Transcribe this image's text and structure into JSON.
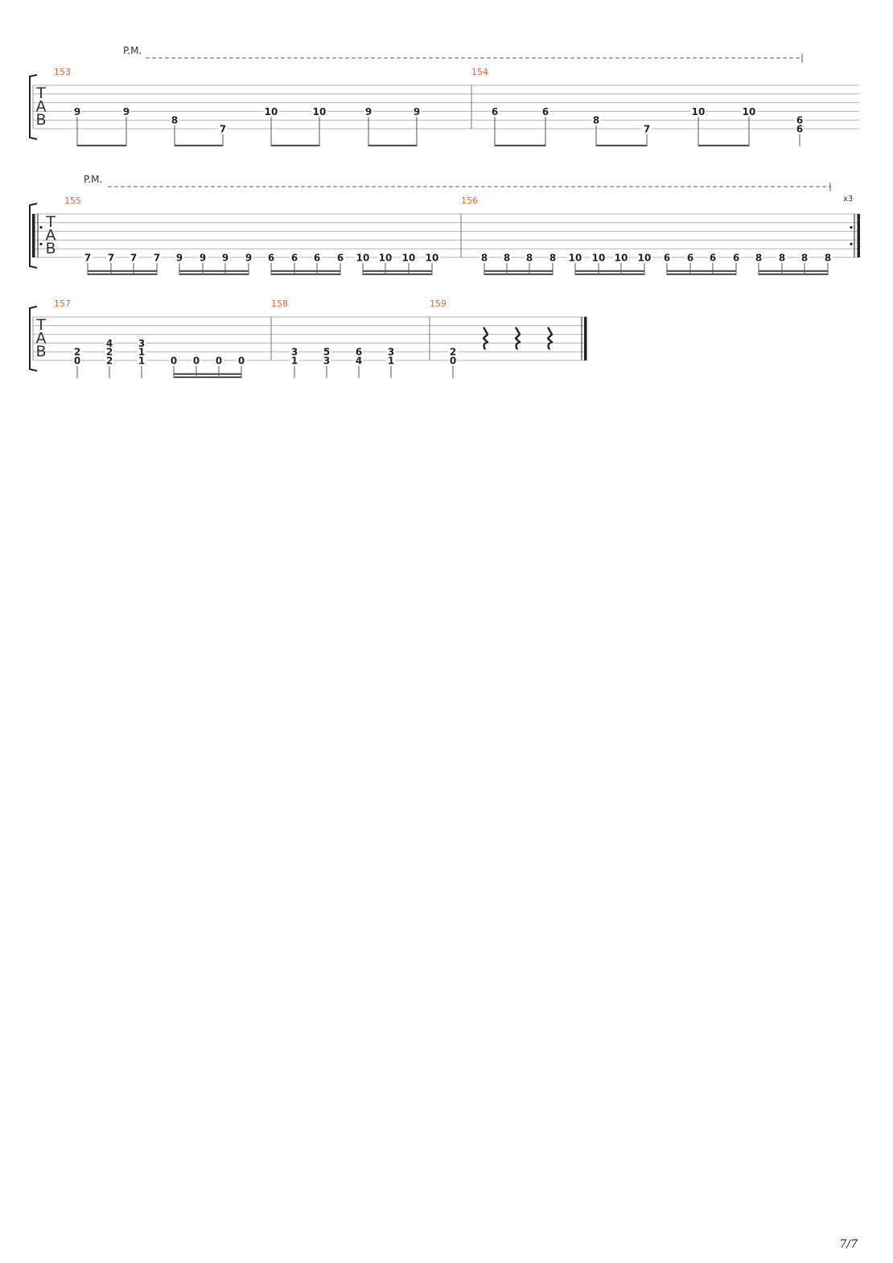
{
  "page": {
    "number": "7/7"
  },
  "clef_letters": [
    "T",
    "A",
    "B"
  ],
  "systems": [
    {
      "pm_label": "P.M.",
      "repeat": null,
      "measures": [
        {
          "number": "153",
          "groups": [
            {
              "beams": 1,
              "notes": [
                {
                  "frets": [
                    {
                      "s": 4,
                      "f": "9"
                    }
                  ]
                },
                {
                  "frets": [
                    {
                      "s": 4,
                      "f": "9"
                    }
                  ]
                }
              ]
            },
            {
              "beams": 1,
              "notes": [
                {
                  "frets": [
                    {
                      "s": 5,
                      "f": "8"
                    }
                  ]
                },
                {
                  "frets": [
                    {
                      "s": 6,
                      "f": "7"
                    }
                  ]
                }
              ]
            },
            {
              "beams": 1,
              "notes": [
                {
                  "frets": [
                    {
                      "s": 4,
                      "f": "10"
                    }
                  ]
                },
                {
                  "frets": [
                    {
                      "s": 4,
                      "f": "10"
                    }
                  ]
                }
              ]
            },
            {
              "beams": 1,
              "notes": [
                {
                  "frets": [
                    {
                      "s": 4,
                      "f": "9"
                    }
                  ]
                },
                {
                  "frets": [
                    {
                      "s": 4,
                      "f": "9"
                    }
                  ]
                }
              ]
            }
          ]
        },
        {
          "number": "154",
          "groups": [
            {
              "beams": 1,
              "notes": [
                {
                  "frets": [
                    {
                      "s": 4,
                      "f": "6"
                    }
                  ]
                },
                {
                  "frets": [
                    {
                      "s": 4,
                      "f": "6"
                    }
                  ]
                }
              ]
            },
            {
              "beams": 1,
              "notes": [
                {
                  "frets": [
                    {
                      "s": 5,
                      "f": "8"
                    }
                  ]
                },
                {
                  "frets": [
                    {
                      "s": 6,
                      "f": "7"
                    }
                  ]
                }
              ]
            },
            {
              "beams": 1,
              "notes": [
                {
                  "frets": [
                    {
                      "s": 4,
                      "f": "10"
                    }
                  ]
                },
                {
                  "frets": [
                    {
                      "s": 4,
                      "f": "10"
                    }
                  ]
                }
              ]
            },
            {
              "beams": 0,
              "notes": [
                {
                  "frets": [
                    {
                      "s": 5,
                      "f": "6"
                    },
                    {
                      "s": 6,
                      "f": "6"
                    }
                  ]
                }
              ]
            }
          ]
        }
      ]
    },
    {
      "pm_label": "P.M.",
      "repeat": {
        "count": "x3"
      },
      "measures": [
        {
          "number": "155",
          "groups": [
            {
              "beams": 2,
              "notes": [
                {
                  "frets": [
                    {
                      "s": 6,
                      "f": "7"
                    }
                  ]
                },
                {
                  "frets": [
                    {
                      "s": 6,
                      "f": "7"
                    }
                  ]
                },
                {
                  "frets": [
                    {
                      "s": 6,
                      "f": "7"
                    }
                  ]
                },
                {
                  "frets": [
                    {
                      "s": 6,
                      "f": "7"
                    }
                  ]
                }
              ]
            },
            {
              "beams": 2,
              "notes": [
                {
                  "frets": [
                    {
                      "s": 6,
                      "f": "9"
                    }
                  ]
                },
                {
                  "frets": [
                    {
                      "s": 6,
                      "f": "9"
                    }
                  ]
                },
                {
                  "frets": [
                    {
                      "s": 6,
                      "f": "9"
                    }
                  ]
                },
                {
                  "frets": [
                    {
                      "s": 6,
                      "f": "9"
                    }
                  ]
                }
              ]
            },
            {
              "beams": 2,
              "notes": [
                {
                  "frets": [
                    {
                      "s": 6,
                      "f": "6"
                    }
                  ]
                },
                {
                  "frets": [
                    {
                      "s": 6,
                      "f": "6"
                    }
                  ]
                },
                {
                  "frets": [
                    {
                      "s": 6,
                      "f": "6"
                    }
                  ]
                },
                {
                  "frets": [
                    {
                      "s": 6,
                      "f": "6"
                    }
                  ]
                }
              ]
            },
            {
              "beams": 2,
              "notes": [
                {
                  "frets": [
                    {
                      "s": 6,
                      "f": "10"
                    }
                  ]
                },
                {
                  "frets": [
                    {
                      "s": 6,
                      "f": "10"
                    }
                  ]
                },
                {
                  "frets": [
                    {
                      "s": 6,
                      "f": "10"
                    }
                  ]
                },
                {
                  "frets": [
                    {
                      "s": 6,
                      "f": "10"
                    }
                  ]
                }
              ]
            }
          ]
        },
        {
          "number": "156",
          "groups": [
            {
              "beams": 2,
              "notes": [
                {
                  "frets": [
                    {
                      "s": 6,
                      "f": "8"
                    }
                  ]
                },
                {
                  "frets": [
                    {
                      "s": 6,
                      "f": "8"
                    }
                  ]
                },
                {
                  "frets": [
                    {
                      "s": 6,
                      "f": "8"
                    }
                  ]
                },
                {
                  "frets": [
                    {
                      "s": 6,
                      "f": "8"
                    }
                  ]
                }
              ]
            },
            {
              "beams": 2,
              "notes": [
                {
                  "frets": [
                    {
                      "s": 6,
                      "f": "10"
                    }
                  ]
                },
                {
                  "frets": [
                    {
                      "s": 6,
                      "f": "10"
                    }
                  ]
                },
                {
                  "frets": [
                    {
                      "s": 6,
                      "f": "10"
                    }
                  ]
                },
                {
                  "frets": [
                    {
                      "s": 6,
                      "f": "10"
                    }
                  ]
                }
              ]
            },
            {
              "beams": 2,
              "notes": [
                {
                  "frets": [
                    {
                      "s": 6,
                      "f": "6"
                    }
                  ]
                },
                {
                  "frets": [
                    {
                      "s": 6,
                      "f": "6"
                    }
                  ]
                },
                {
                  "frets": [
                    {
                      "s": 6,
                      "f": "6"
                    }
                  ]
                },
                {
                  "frets": [
                    {
                      "s": 6,
                      "f": "6"
                    }
                  ]
                }
              ]
            },
            {
              "beams": 2,
              "notes": [
                {
                  "frets": [
                    {
                      "s": 6,
                      "f": "8"
                    }
                  ]
                },
                {
                  "frets": [
                    {
                      "s": 6,
                      "f": "8"
                    }
                  ]
                },
                {
                  "frets": [
                    {
                      "s": 6,
                      "f": "8"
                    }
                  ]
                },
                {
                  "frets": [
                    {
                      "s": 6,
                      "f": "8"
                    }
                  ]
                }
              ]
            }
          ]
        }
      ]
    },
    {
      "pm_label": null,
      "repeat": null,
      "final": true,
      "measures": [
        {
          "number": "157",
          "groups": [
            {
              "beams": 0,
              "notes": [
                {
                  "frets": [
                    {
                      "s": 5,
                      "f": "2"
                    },
                    {
                      "s": 6,
                      "f": "0"
                    }
                  ]
                }
              ]
            },
            {
              "beams": 0,
              "notes": [
                {
                  "frets": [
                    {
                      "s": 4,
                      "f": "4"
                    },
                    {
                      "s": 5,
                      "f": "2"
                    },
                    {
                      "s": 6,
                      "f": "2"
                    }
                  ]
                }
              ]
            },
            {
              "beams": 0,
              "notes": [
                {
                  "frets": [
                    {
                      "s": 4,
                      "f": "3"
                    },
                    {
                      "s": 5,
                      "f": "1"
                    },
                    {
                      "s": 6,
                      "f": "1"
                    }
                  ]
                }
              ]
            },
            {
              "beams": 2,
              "notes": [
                {
                  "frets": [
                    {
                      "s": 6,
                      "f": "0"
                    }
                  ]
                },
                {
                  "frets": [
                    {
                      "s": 6,
                      "f": "0"
                    }
                  ]
                },
                {
                  "frets": [
                    {
                      "s": 6,
                      "f": "0"
                    }
                  ]
                },
                {
                  "frets": [
                    {
                      "s": 6,
                      "f": "0"
                    }
                  ]
                }
              ]
            }
          ]
        },
        {
          "number": "158",
          "groups": [
            {
              "beams": 0,
              "notes": [
                {
                  "frets": [
                    {
                      "s": 5,
                      "f": "3"
                    },
                    {
                      "s": 6,
                      "f": "1"
                    }
                  ]
                }
              ]
            },
            {
              "beams": 0,
              "notes": [
                {
                  "frets": [
                    {
                      "s": 5,
                      "f": "5"
                    },
                    {
                      "s": 6,
                      "f": "3"
                    }
                  ]
                }
              ]
            },
            {
              "beams": 0,
              "notes": [
                {
                  "frets": [
                    {
                      "s": 5,
                      "f": "6"
                    },
                    {
                      "s": 6,
                      "f": "4"
                    }
                  ]
                }
              ]
            },
            {
              "beams": 0,
              "notes": [
                {
                  "frets": [
                    {
                      "s": 5,
                      "f": "3"
                    },
                    {
                      "s": 6,
                      "f": "1"
                    }
                  ]
                }
              ]
            }
          ]
        },
        {
          "number": "159",
          "groups": [
            {
              "beams": 0,
              "notes": [
                {
                  "frets": [
                    {
                      "s": 5,
                      "f": "2"
                    },
                    {
                      "s": 6,
                      "f": "0"
                    }
                  ]
                }
              ]
            },
            {
              "rests": 3
            }
          ]
        }
      ]
    }
  ]
}
